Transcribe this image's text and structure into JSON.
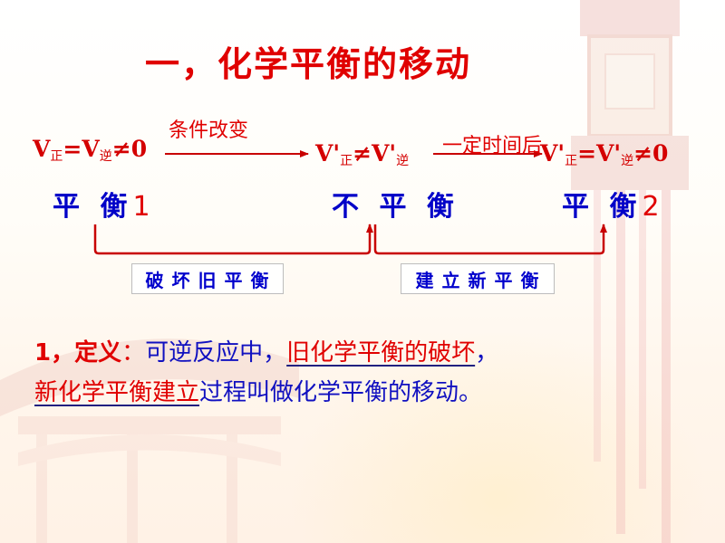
{
  "title": "一，化学平衡的移动",
  "equilibrium_1": {
    "V": "V",
    "sub_forward": "正",
    "eq": "=",
    "V2": "V",
    "sub_reverse": "逆",
    "tail": "≠0",
    "label": "平 衡",
    "num": "1"
  },
  "change": {
    "arrow_label": "条件改变"
  },
  "nonequilibrium": {
    "V": "V'",
    "sub_forward": "正",
    "neq": "≠",
    "V2": "V'",
    "sub_reverse": "逆",
    "label": "不 平 衡"
  },
  "time_passes": {
    "arrow_label": "一定时间后"
  },
  "equilibrium_2": {
    "V": "V'",
    "sub_forward": "正",
    "eq": "=",
    "V2": "V'",
    "sub_reverse": "逆",
    "tail": "≠0",
    "label": "平 衡",
    "num": "2"
  },
  "boxes": {
    "break_old": "破坏旧平衡",
    "build_new": "建立新平衡"
  },
  "definition": {
    "num": "1，",
    "keyword": "定义",
    "colon": "：",
    "part1": "可逆反应中，",
    "highlight1": "旧化学平衡的破坏",
    "comma": "，",
    "highlight2": "新化学平衡建立",
    "part2": "过程叫做化学平衡的移动。"
  },
  "colors": {
    "red": "#e00000",
    "blue": "#0000c8"
  }
}
